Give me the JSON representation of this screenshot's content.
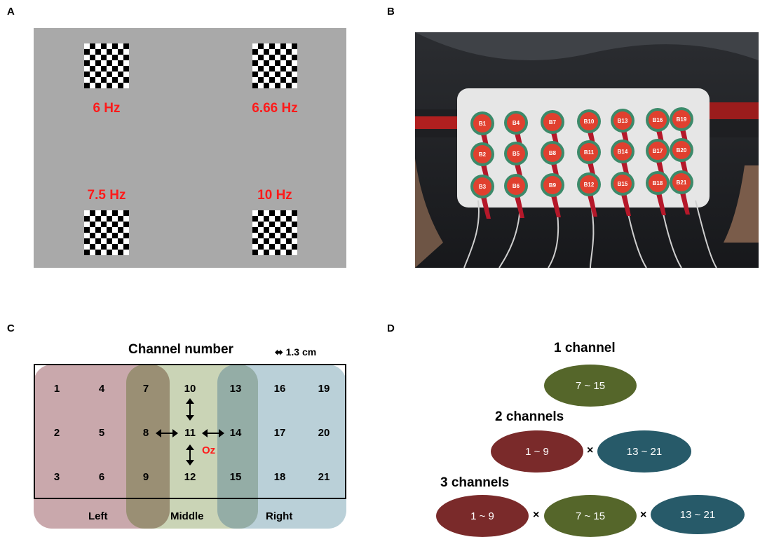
{
  "panels": {
    "a": "A",
    "b": "B",
    "c": "C",
    "d": "D"
  },
  "stimuli": [
    {
      "freq": "6 Hz"
    },
    {
      "freq": "6.66 Hz"
    },
    {
      "freq": "7.5 Hz"
    },
    {
      "freq": "10 Hz"
    }
  ],
  "electrodes": [
    "B1",
    "B2",
    "B3",
    "B4",
    "B5",
    "B6",
    "B7",
    "B8",
    "B9",
    "B10",
    "B11",
    "B12",
    "B13",
    "B14",
    "B15",
    "B16",
    "B17",
    "B18",
    "B19",
    "B20",
    "B21"
  ],
  "channel_layout": {
    "title": "Channel number",
    "scale": "1.3 cm",
    "channels": [
      "1",
      "2",
      "3",
      "4",
      "5",
      "6",
      "7",
      "8",
      "9",
      "10",
      "11",
      "12",
      "13",
      "14",
      "15",
      "16",
      "17",
      "18",
      "19",
      "20",
      "21"
    ],
    "oz": "Oz",
    "zones": [
      "Left",
      "Middle",
      "Right"
    ],
    "colors": {
      "left": "#c9a8ac",
      "middle": "#c8d3b6",
      "right": "#b3cbd4"
    }
  },
  "channel_groups": {
    "one": {
      "title": "1 channel",
      "ranges": [
        "7 ~ 15"
      ]
    },
    "two": {
      "title": "2 channels",
      "ranges": [
        "1 ~ 9",
        "13 ~ 21"
      ]
    },
    "three": {
      "title": "3 channels",
      "ranges": [
        "1 ~ 9",
        "7 ~ 15",
        "13 ~ 21"
      ]
    },
    "times": "×",
    "colors": {
      "red": "#7a2a2a",
      "green": "#55662a",
      "teal": "#275a69"
    }
  }
}
